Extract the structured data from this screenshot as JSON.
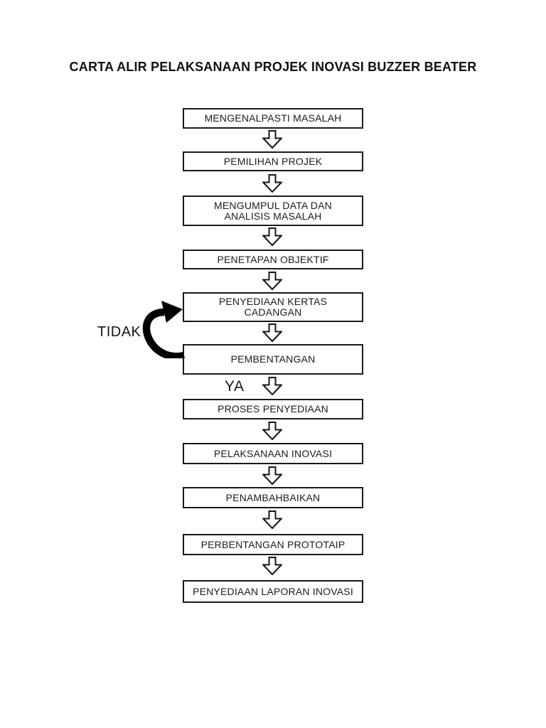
{
  "title": "CARTA ALIR PELAKSANAAN PROJEK INOVASI BUZZER BEATER",
  "flow": {
    "steps": [
      {
        "label": "MENGENALPASTI MASALAH"
      },
      {
        "label": "PEMILIHAN PROJEK"
      },
      {
        "label": "MENGUMPUL DATA DAN\nANALISIS MASALAH"
      },
      {
        "label": "PENETAPAN OBJEKTIF"
      },
      {
        "label": "PENYEDIAAN KERTAS\nCADANGAN"
      },
      {
        "label": "PEMBENTANGAN"
      },
      {
        "label": "PROSES PENYEDIAAN"
      },
      {
        "label": "PELAKSANAAN INOVASI"
      },
      {
        "label": "PENAMBAHBAIKAN"
      },
      {
        "label": "PERBENTANGAN PROTOTAIP"
      },
      {
        "label": "PENYEDIAAN LAPORAN INOVASI"
      }
    ],
    "decision": {
      "no_label": "TIDAK",
      "yes_label": "YA",
      "loop_from": "PEMBENTANGAN",
      "loop_to": "PENYEDIAAN KERTAS CADANGAN"
    }
  },
  "colors": {
    "background": "#ffffff",
    "ink": "#1b1b1b",
    "border": "#191919",
    "arrow_fill": "#ffffff",
    "loop_arrow": "#000000"
  }
}
